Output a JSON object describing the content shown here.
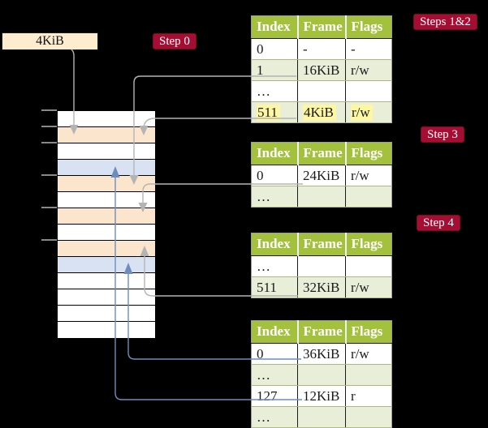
{
  "colors": {
    "canvas-bg": "#000000",
    "table-header-bg": "#a3c13c",
    "table-row-green": "#e8eed8",
    "table-row-white": "#ffffff",
    "mem-peach": "#fce5cd",
    "mem-blue": "#d9e2f3",
    "highlight-yellow": "#fdf6a2",
    "badge-bg": "#a60d33",
    "badge-text": "#ffffff",
    "gray-line": "#b4b4b4",
    "blue-line": "#6d8dbf",
    "frame-box-bg": "#fdeccd"
  },
  "frame_box": {
    "label": "4KiB"
  },
  "badges": {
    "step0": {
      "label": "Step 0"
    },
    "steps12": {
      "label": "Steps 1&2"
    },
    "step3": {
      "label": "Step 3"
    },
    "step4": {
      "label": "Step 4"
    }
  },
  "tables": {
    "headers": [
      "Index",
      "Frame",
      "Flags"
    ],
    "t1": {
      "rows": [
        [
          "0",
          "-",
          "-"
        ],
        [
          "1",
          "16KiB",
          "r/w"
        ],
        [
          "…",
          "",
          ""
        ],
        [
          "511",
          "4KiB",
          "r/w"
        ]
      ],
      "highlighted_row": 3
    },
    "t2": {
      "rows": [
        [
          "0",
          "24KiB",
          "r/w"
        ],
        [
          "…",
          "",
          ""
        ]
      ]
    },
    "t3": {
      "rows": [
        [
          "…",
          "",
          ""
        ],
        [
          "511",
          "32KiB",
          "r/w"
        ]
      ]
    },
    "t4": {
      "rows": [
        [
          "0",
          "36KiB",
          "r/w"
        ],
        [
          "…",
          "",
          ""
        ],
        [
          "127",
          "12KiB",
          "r"
        ],
        [
          "…",
          "",
          ""
        ]
      ]
    }
  },
  "memory_column": {
    "shades": [
      "white",
      "peach",
      "white",
      "blue",
      "peach",
      "white",
      "peach",
      "white",
      "peach",
      "blue",
      "white",
      "white",
      "white",
      "white"
    ]
  },
  "connectors": [
    {
      "from": "frame-4kib-box",
      "to": "memory-frame-4kib",
      "color": "gray"
    },
    {
      "from": "table1-row-1",
      "to": "memory-frame-16kib",
      "color": "gray"
    },
    {
      "from": "table1-row-511",
      "to": "memory-frame-4kib",
      "color": "gray"
    },
    {
      "from": "table2-row-0",
      "to": "memory-frame-24kib",
      "color": "gray"
    },
    {
      "from": "table3-row-511",
      "to": "memory-frame-32kib",
      "color": "gray"
    },
    {
      "from": "table4-row-0",
      "to": "memory-frame-36kib",
      "color": "blue"
    },
    {
      "from": "table4-row-127",
      "to": "memory-frame-12kib",
      "color": "blue"
    }
  ]
}
